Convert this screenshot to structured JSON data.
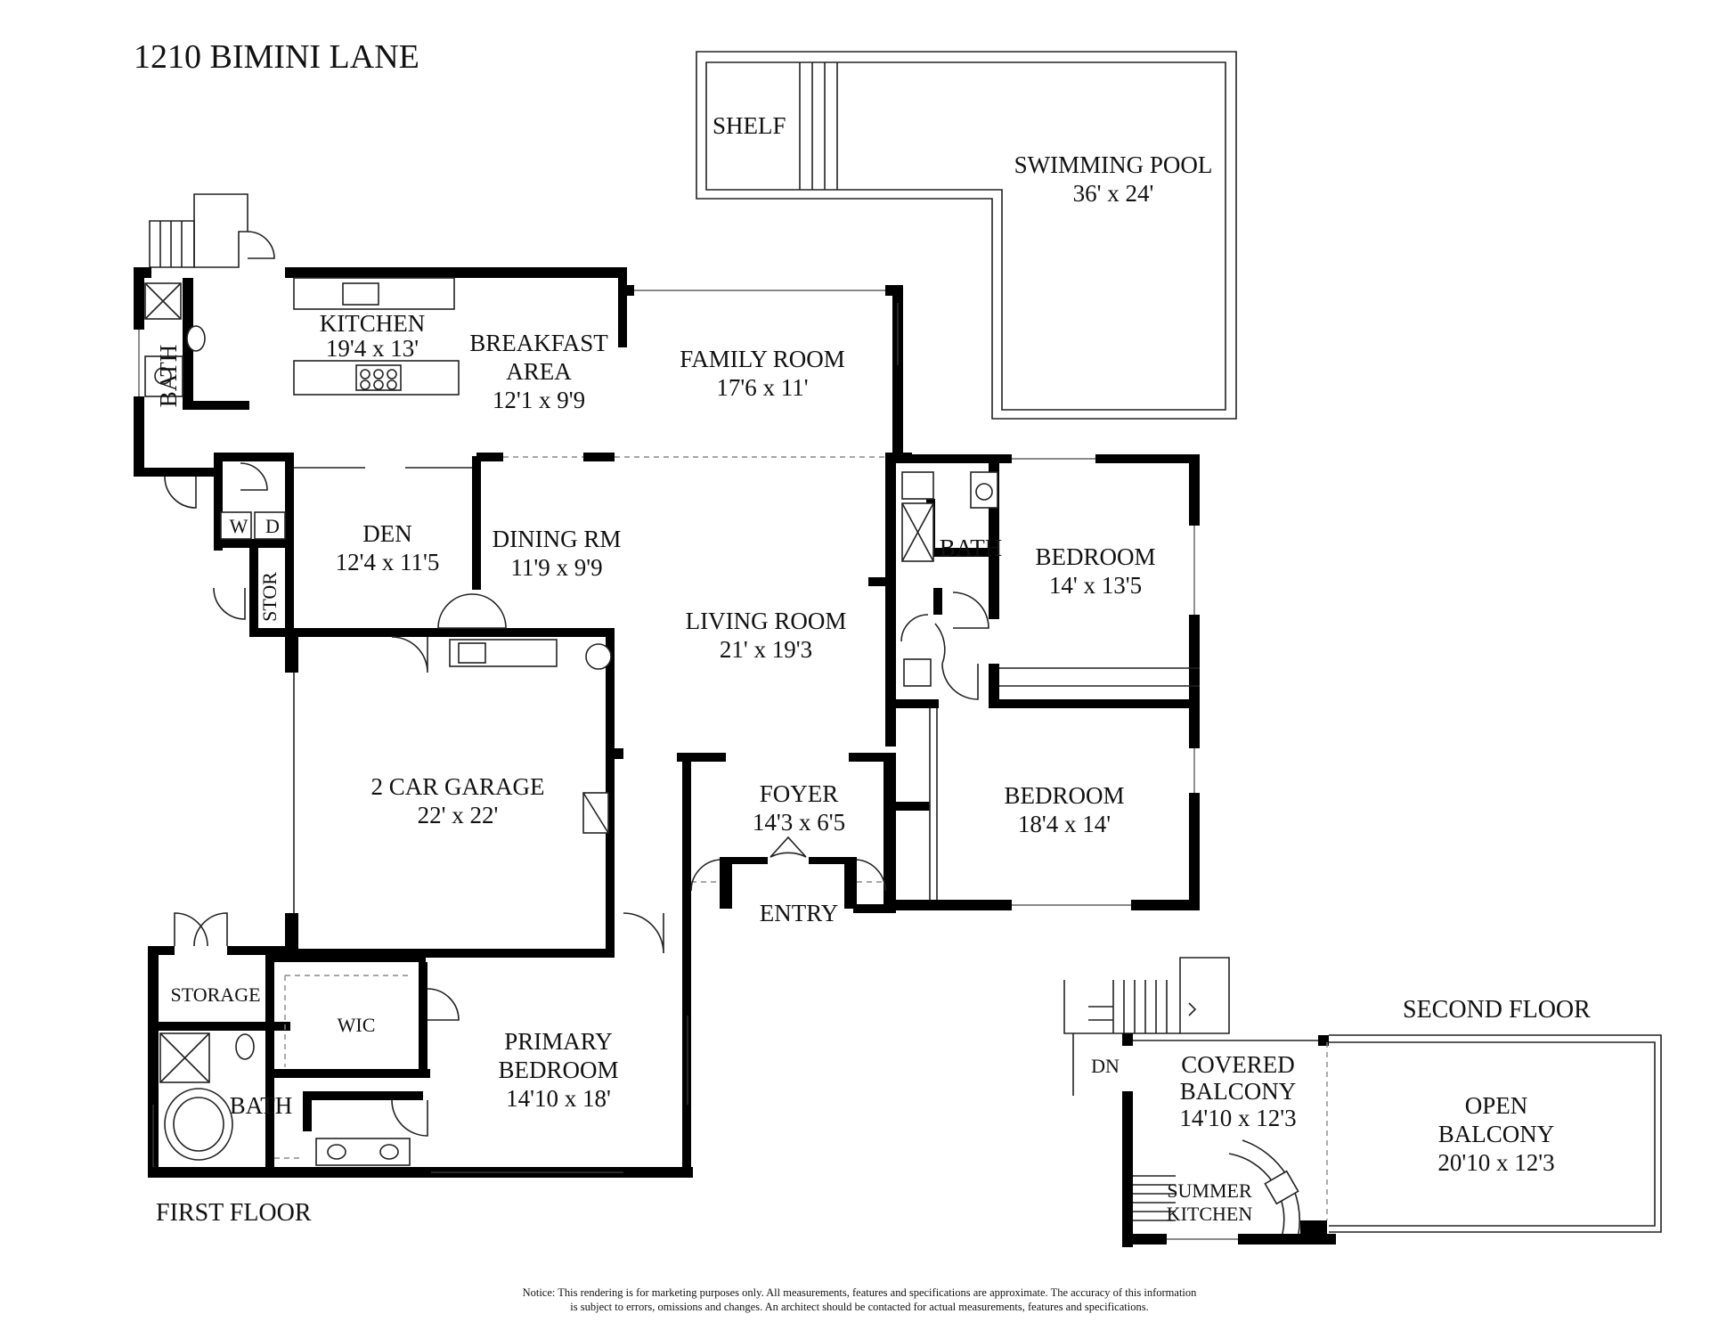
{
  "title": "1210 BIMINI LANE",
  "floors": {
    "first": "FIRST FLOOR",
    "second": "SECOND FLOOR"
  },
  "rooms": {
    "shelf": "SHELF",
    "pool_name": "SWIMMING POOL",
    "pool_size": "36' x 24'",
    "bath_kitchen": "BATH",
    "kitchen_name": "KITCHEN",
    "kitchen_size": "19'4 x 13'",
    "breakfast_line1": "BREAKFAST",
    "breakfast_line2": "AREA",
    "breakfast_size": "12'1 x 9'9",
    "family_name": "FAMILY ROOM",
    "family_size": "17'6 x 11'",
    "washer": "W",
    "dryer": "D",
    "stor": "STOR",
    "den_name": "DEN",
    "den_size": "12'4 x 11'5",
    "dining_name": "DINING RM",
    "dining_size": "11'9 x 9'9",
    "living_name": "LIVING ROOM",
    "living_size": "21' x 19'3",
    "bath_hall": "BATH",
    "bedroom1_name": "BEDROOM",
    "bedroom1_size": "14' x 13'5",
    "bedroom2_name": "BEDROOM",
    "bedroom2_size": "18'4 x 14'",
    "garage_name": "2 CAR GARAGE",
    "garage_size": "22' x 22'",
    "foyer_name": "FOYER",
    "foyer_size": "14'3 x 6'5",
    "entry": "ENTRY",
    "storage": "STORAGE",
    "wic": "WIC",
    "primary_line1": "PRIMARY",
    "primary_line2": "BEDROOM",
    "primary_size": "14'10 x 18'",
    "bath_primary": "BATH",
    "dn": "DN",
    "covered_line1": "COVERED",
    "covered_line2": "BALCONY",
    "covered_size": "14'10 x 12'3",
    "summer_line1": "SUMMER",
    "summer_line2": "KITCHEN",
    "open_line1": "OPEN",
    "open_line2": "BALCONY",
    "open_size": "20'10 x 12'3"
  },
  "notice": {
    "line1": "Notice: This rendering is for marketing purposes only. All measurements, features and specifications are approximate. The accuracy of this information",
    "line2": "is subject to errors, omissions and changes. An architect should be contacted for actual measurements, features and specifications."
  }
}
